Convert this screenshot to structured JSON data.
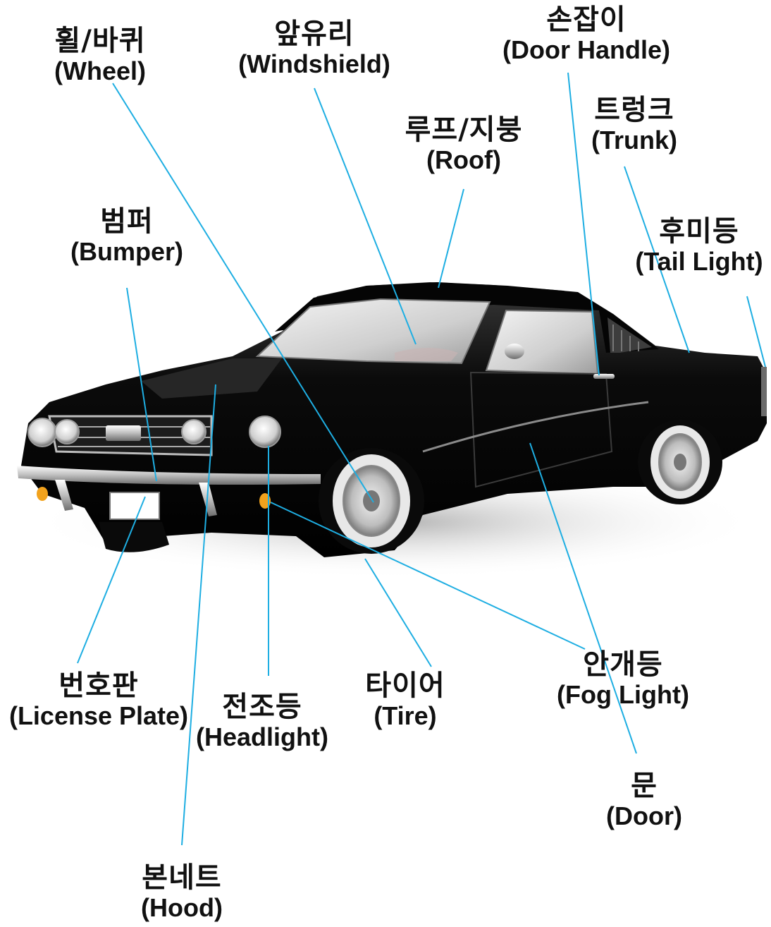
{
  "colors": {
    "leader_line": "#1eaee2",
    "body": "#0a0a0a",
    "chrome": "#d8d8d8",
    "fog_light": "#f2a21c"
  },
  "labels": {
    "wheel": {
      "ko": "휠/바퀴",
      "en": "(Wheel)"
    },
    "windshield": {
      "ko": "앞유리",
      "en": "(Windshield)"
    },
    "door_handle": {
      "ko": "손잡이",
      "en": "(Door Handle)"
    },
    "roof": {
      "ko": "루프/지붕",
      "en": "(Roof)"
    },
    "trunk": {
      "ko": "트렁크",
      "en": "(Trunk)"
    },
    "bumper": {
      "ko": "범퍼",
      "en": "(Bumper)"
    },
    "tail_light": {
      "ko": "후미등",
      "en": "(Tail Light)"
    },
    "license_plate": {
      "ko": "번호판",
      "en": "(License Plate)"
    },
    "headlight": {
      "ko": "전조등",
      "en": "(Headlight)"
    },
    "tire": {
      "ko": "타이어",
      "en": "(Tire)"
    },
    "fog_light": {
      "ko": "안개등",
      "en": "(Fog Light)"
    },
    "door": {
      "ko": "문",
      "en": "(Door)"
    },
    "hood": {
      "ko": "본네트",
      "en": "(Hood)"
    }
  }
}
